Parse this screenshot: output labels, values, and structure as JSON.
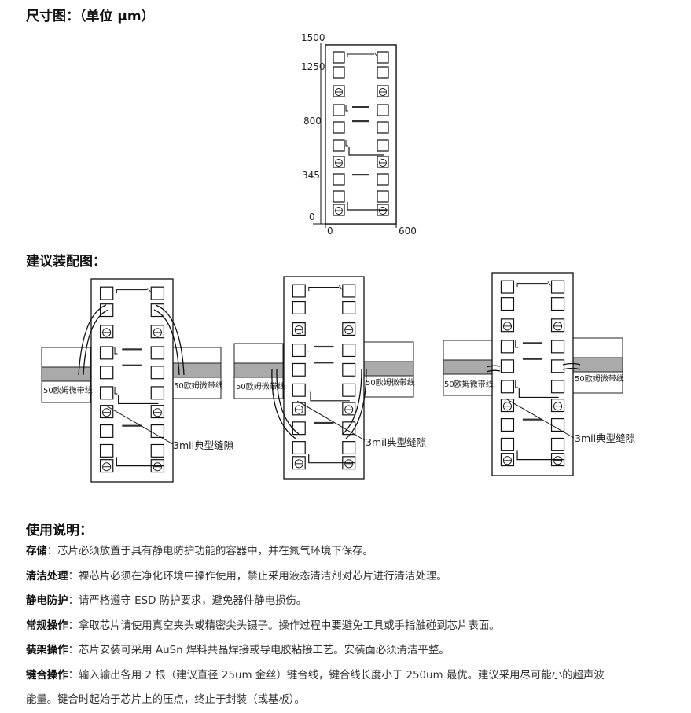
{
  "headings": {
    "dimensions": "尺寸图：（单位 μm）",
    "assembly": "建议装配图：",
    "usage": "使用说明："
  },
  "dimension_drawing": {
    "y_ticks": [
      "1500",
      "1250",
      "800",
      "345",
      "0"
    ],
    "x_ticks": [
      "0",
      "600"
    ]
  },
  "assembly_drawing": {
    "ribbon_label": "50欧姆微带线",
    "gap_label": "3mil典型缝隙"
  },
  "usage_notes": [
    {
      "label": "存储",
      "sep": "：",
      "text": "芯片必须放置于具有静电防护功能的容器中，并在氮气环境下保存。"
    },
    {
      "label": "清洁处理",
      "sep": "：",
      "text": "裸芯片必须在净化环境中操作使用，禁止采用液态清洁剂对芯片进行清洁处理。"
    },
    {
      "label": "静电防护",
      "sep": "：",
      "text": "请严格遵守 ESD 防护要求，避免器件静电损伤。"
    },
    {
      "label": "常规操作",
      "sep": "：",
      "text": "拿取芯片请使用真空夹头或精密尖头镊子。操作过程中要避免工具或手指触碰到芯片表面。"
    },
    {
      "label": "装架操作",
      "sep": "：",
      "text": "芯片安装可采用 AuSn 焊料共晶焊接或导电胶粘接工艺。安装面必须清洁平整。"
    },
    {
      "label": "键合操作",
      "sep": "：",
      "text": "输入输出各用 2 根（建议直径 25um 金丝）键合线，键合线长度小于 250um 最优。建议采用尽可能小的超声波",
      "continuation": "能量。键合时起始于芯片上的压点，终止于封装（或基板）。"
    }
  ]
}
